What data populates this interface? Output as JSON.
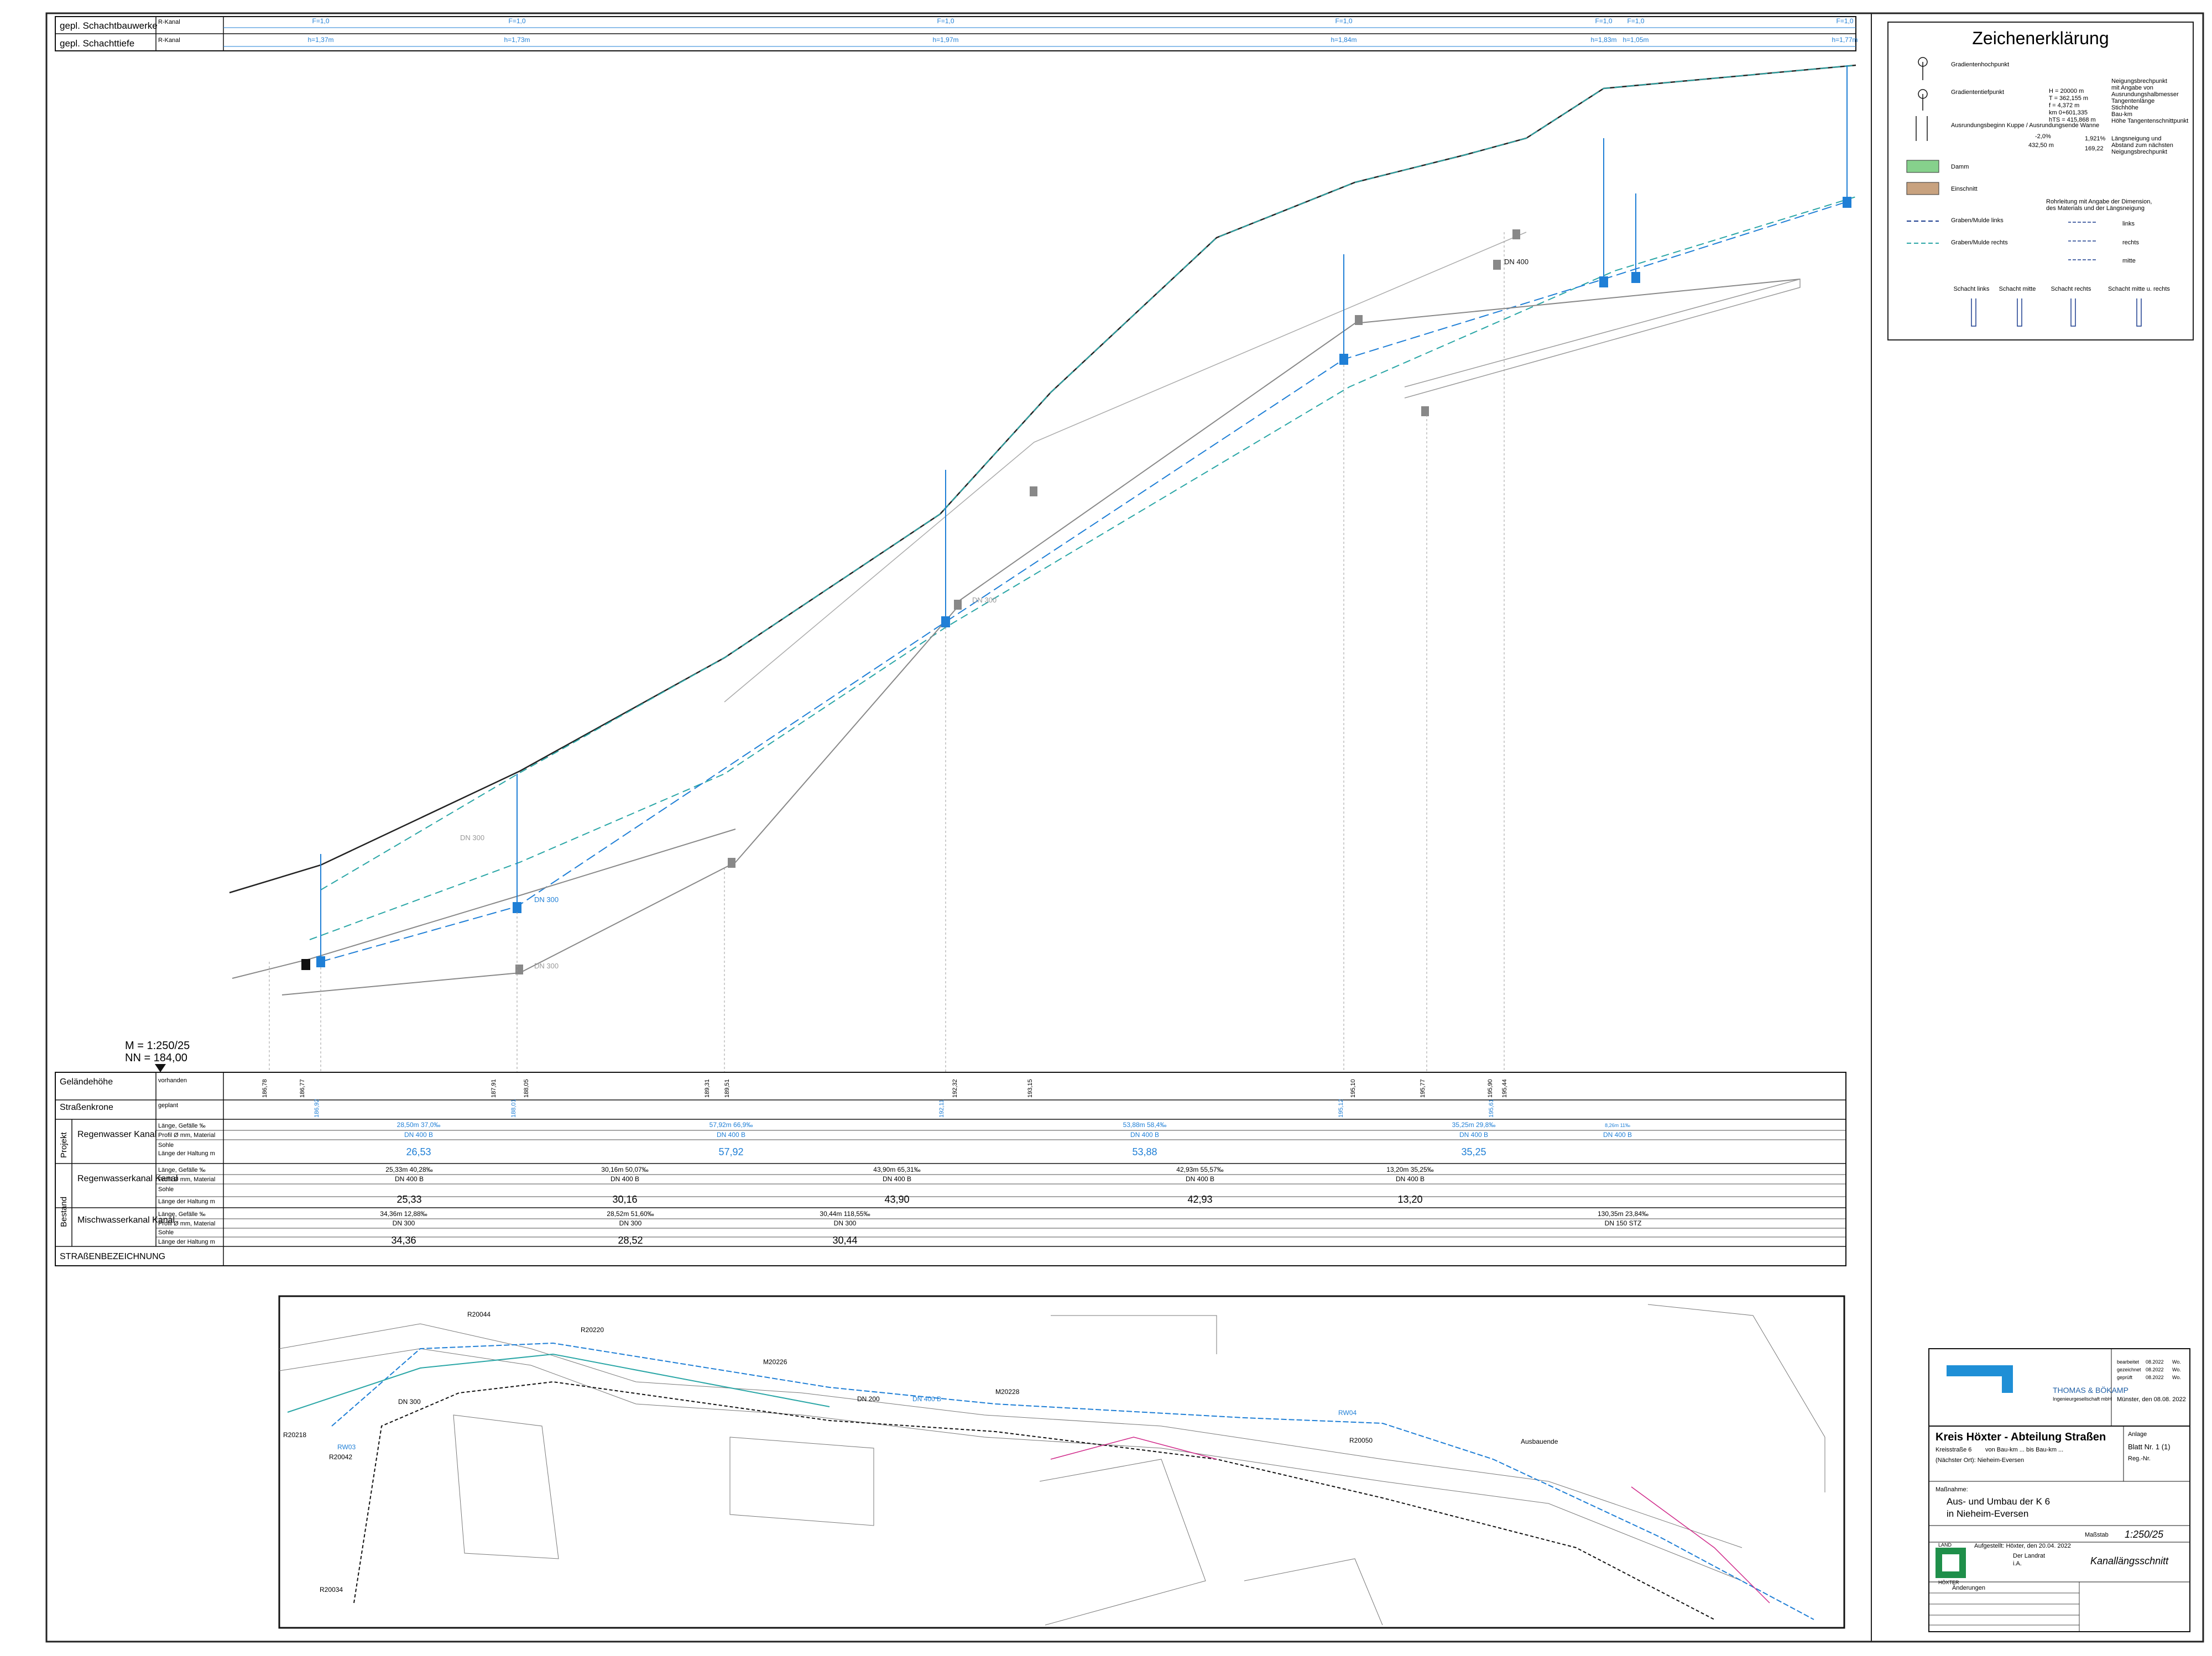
{
  "header_rows": [
    {
      "label": "gepl. Schachtbauwerke",
      "sub": "R-Kanal",
      "values": [
        "F=1,0",
        "F=1,0",
        "F=1,0",
        "F=1,0",
        "F=1,0",
        "F=1,0",
        "F=1,0"
      ]
    },
    {
      "label": "gepl. Schachttiefe",
      "sub": "R-Kanal",
      "values": [
        "h=1,37m",
        "h=1,73m",
        "h=1,97m",
        "h=1,84m",
        "h=1,83m",
        "h=1,05m",
        "h=1,77m"
      ]
    }
  ],
  "scale": {
    "m": "M = 1:250/25",
    "nn": "NN = 184,00"
  },
  "pipe_labels": [
    "DN 300",
    "DN 300",
    "DN 300",
    "DN 300",
    "DN 400"
  ],
  "legend": {
    "title": "Zeichenerklärung",
    "items": [
      "Gradientenhochpunkt",
      "Gradiententiefpunkt",
      "Ausrundungsbeginn Kuppe / Ausrundungsende Wanne",
      "Damm",
      "Einschnitt",
      "Graben/Mulde links",
      "Graben/Mulde rechts"
    ],
    "right_block": [
      "Neigungsbrechpunkt",
      "mit Angabe von",
      "Ausrundungshalbmesser",
      "Tangentenlänge",
      "Stichhöhe",
      "Bau-km",
      "Höhe Tangentenschnittpunkt"
    ],
    "calc": [
      "H = 20000 m",
      "T = 362,155 m",
      "f = 4,372 m",
      "km 0+601,335",
      "hTS = 415,868 m"
    ],
    "slope_note": [
      "Längsneigung und",
      "Abstand zum nächsten",
      "Neigungsbrechpunkt"
    ],
    "slope_vals": [
      "-2,0%",
      "432,50 m",
      "1,921%",
      "169,22"
    ],
    "pipe_title": [
      "Rohrleitung mit Angabe der Dimension,",
      "des Materials und der Längsneigung"
    ],
    "pipe_sides": [
      "links",
      "rechts",
      "mitte"
    ],
    "shafts": [
      "Schacht links",
      "Schacht mitte",
      "Schacht rechts",
      "Schacht mitte u. rechts"
    ]
  },
  "table": {
    "rows": {
      "gelaende": "Geländehöhe",
      "strasse": "Straßenkrone",
      "projekt": "Projekt",
      "regenwasser": "Regenwasser Kanal",
      "bestand": "Bestand",
      "regenkanal": "Regenwasserkanal Kanal",
      "misch": "Mischwasserkanal Kanal",
      "strassenbez": "STRAßENBEZEICHNUNG"
    },
    "sub": {
      "vorhanden": "vorhanden",
      "geplant": "geplant",
      "laenge": "Länge, Gefälle ‰",
      "profil": "Profil Ø mm, Material",
      "sohle": "Sohle",
      "haltung": "Länge der Haltung m"
    },
    "gelaende_values": [
      "186,78",
      "186,77",
      "187,91",
      "188,05",
      "189,31",
      "189,51",
      "192,32",
      "193,15",
      "195,10",
      "195,77",
      "195,90",
      "195,44"
    ],
    "strasse_values": [
      "186,92",
      "188,01",
      "192,11",
      "195,12",
      "195,61"
    ],
    "rw_laenge": [
      "28,50m 37,0‰",
      "57,92m 66,9‰",
      "53,88m 58,4‰",
      "35,25m 29,8‰",
      "8,26m 11‰"
    ],
    "rw_profil": [
      "DN 400 B",
      "DN 400 B",
      "DN 400 B",
      "DN 400 B",
      "DN 400 B"
    ],
    "rw_haltung": [
      "26,53",
      "57,92",
      "53,88",
      "35,25"
    ],
    "rk_laenge": [
      "25,33m 40,28‰",
      "30,16m 50,07‰",
      "43,90m 65,31‰",
      "42,93m 55,57‰",
      "13,20m 35,25‰"
    ],
    "rk_profil": [
      "DN 400 B",
      "DN 400 B",
      "DN 400 B",
      "DN 400 B",
      "DN 400 B"
    ],
    "rk_haltung": [
      "25,33",
      "30,16",
      "43,90",
      "42,93",
      "13,20"
    ],
    "mk_laenge": [
      "34,36m 12,88‰",
      "28,52m 51,60‰",
      "30,44m 118,55‰",
      "130,35m 23,84‰"
    ],
    "mk_profil": [
      "DN 300",
      "DN 300",
      "DN 300",
      "DN 150 STZ"
    ],
    "mk_haltung": [
      "34,36",
      "28,52",
      "30,44"
    ]
  },
  "map_labels": [
    "R20044",
    "R20220",
    "M20226",
    "M20228",
    "R20218",
    "R20042",
    "R20034",
    "R20050",
    "RW03",
    "RW04",
    "DN 300",
    "DN 400 B",
    "DN 200",
    "Ausbauende"
  ],
  "title_block": {
    "firm": "THOMAS & BÖKAMP",
    "firm_sub": "Ingenieurgesellschaft mbH",
    "dates": [
      "08.2022",
      "08.2022",
      "08.2022"
    ],
    "date_labels": [
      "bearbeitet",
      "gezeichnet",
      "geprüft"
    ],
    "initials": [
      "Wo.",
      "Wo.",
      "Wo."
    ],
    "muenster": "Münster, den  08.08. 2022",
    "authority": "Kreis Höxter - Abteilung Straßen",
    "strasse": "Kreisstraße  6",
    "von_bis": "von Bau-km  ...  bis Bau-km  ...",
    "ort": "(Nächster Ort):  Nieheim-Eversen",
    "anlage": "Anlage",
    "blatt": "Blatt Nr.  1 (1)",
    "reg": "Reg.-Nr.",
    "massnahme": "Maßnahme:",
    "title1": "Aus- und Umbau der K 6",
    "title2": "in Nieheim-Eversen",
    "massstab_label": "Maßstab",
    "massstab": "1:250/25",
    "aufgestellt": "Aufgestellt: Höxter, den  20.04. 2022",
    "landrat": "Der Landrat",
    "ia": "i.A.",
    "plan_name": "Kanallängsschnitt",
    "aenderungen": "Änderungen",
    "land": "LAND",
    "hoexter": "HÖXTER"
  }
}
